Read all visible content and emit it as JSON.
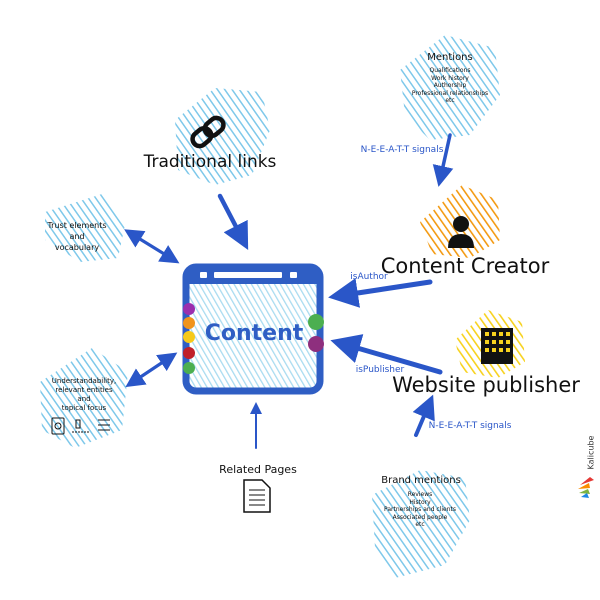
{
  "content_box": {
    "label": "Content"
  },
  "nodes": {
    "traditional_links": {
      "title": "Traditional links"
    },
    "trust": {
      "line1": "Trust elements",
      "line2": "and",
      "line3": "vocabulary"
    },
    "understandability": {
      "line1": "Understandability,",
      "line2": "relevant entities",
      "line3": "and",
      "line4": "topical focus"
    },
    "related_pages": {
      "title": "Related Pages"
    },
    "mentions": {
      "title": "Mentions",
      "items": [
        "Qualifications",
        "Work history",
        "Authorship",
        "Professional relationships",
        "etc"
      ]
    },
    "content_creator": {
      "title": "Content Creator"
    },
    "website_publisher": {
      "title": "Website publisher"
    },
    "brand_mentions": {
      "title": "Brand mentions",
      "items": [
        "Reviews",
        "History",
        "Partnerships and clients",
        "Associated people",
        "etc"
      ]
    }
  },
  "edges": {
    "is_author": "isAuthor",
    "is_publisher": "isPublisher",
    "neeatt_top": "N-E-E-A-T-T signals",
    "neeatt_bottom": "N-E-E-A-T-T signals"
  },
  "brand": {
    "logo_text": "Kalicube"
  },
  "colors": {
    "arrow": "#2a56c8",
    "scribble_blue": "#7ec8ea",
    "scribble_orange": "#f39a12",
    "scribble_yellow": "#f7d21e",
    "box_fill": "#bfe6f6",
    "box_border": "#2f5ec4"
  }
}
